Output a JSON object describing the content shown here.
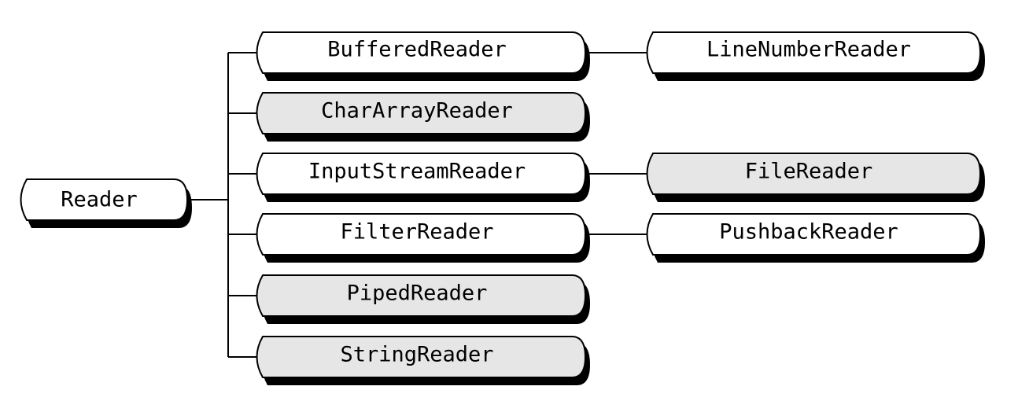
{
  "diagram": {
    "root": {
      "label": "Reader",
      "shaded": false
    },
    "children": [
      {
        "label": "BufferedReader",
        "shaded": false
      },
      {
        "label": "CharArrayReader",
        "shaded": true
      },
      {
        "label": "InputStreamReader",
        "shaded": false
      },
      {
        "label": "FilterReader",
        "shaded": false
      },
      {
        "label": "PipedReader",
        "shaded": true
      },
      {
        "label": "StringReader",
        "shaded": true
      }
    ],
    "grandchildren": [
      {
        "parent": "BufferedReader",
        "label": "LineNumberReader",
        "shaded": false
      },
      {
        "parent": "InputStreamReader",
        "label": "FileReader",
        "shaded": true
      },
      {
        "parent": "FilterReader",
        "label": "PushbackReader",
        "shaded": false
      }
    ],
    "colors": {
      "shaded_fill": "#e6e6e6",
      "plain_fill": "#ffffff",
      "outline": "#000000",
      "shadow": "#000000"
    }
  }
}
